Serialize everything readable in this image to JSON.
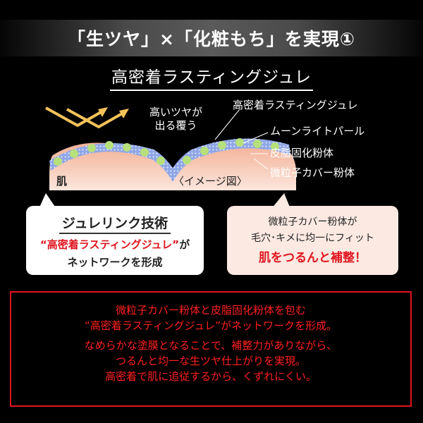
{
  "header": {
    "title": "「生ツヤ」×「化粧もち」を実現①",
    "subtitle": "高密着ラスティングジュレ"
  },
  "diagram": {
    "gloss_label_line1": "高いツヤが",
    "gloss_label_line2": "出る覆う",
    "skin_label": "肌",
    "image_note": "〈イメージ図〉",
    "callouts": [
      {
        "label": "高密着ラスティングジュレ"
      },
      {
        "label": "ムーンライトパール"
      },
      {
        "label": "皮脂固化粉体"
      },
      {
        "label": "微粒子カバー粉体"
      }
    ],
    "colors": {
      "skin_top": "#f4b8a0",
      "skin_bottom": "#fbe6dc",
      "layer": "#8fa6e6",
      "particle_green": "#b6e07a",
      "arrow": "#f3c25a"
    }
  },
  "bubble_left": {
    "title": "ジュレリンク技術",
    "quote_open": "“",
    "highlight": "高密着ラスティングジュレ",
    "quote_close": "”",
    "suffix": "が",
    "line2": "ネットワークを形成"
  },
  "bubble_right": {
    "line1": "微粒子カバー粉体が",
    "line2": "毛穴･キメに均一にフィット",
    "emphasis": "肌をつるんと補整！"
  },
  "info_box": {
    "lines": [
      "微粒子カバー粉体と皮脂固化粉体を包む",
      "“高密着ラスティングジュレ”がネットワークを形成。",
      "なめらかな塗膜となることで、補整力がありながら、",
      "つるんと均一な生ツヤ仕上がりを実現。",
      "高密着で肌に追従するから、くずれにくい。"
    ],
    "border_color": "#e0141e"
  }
}
